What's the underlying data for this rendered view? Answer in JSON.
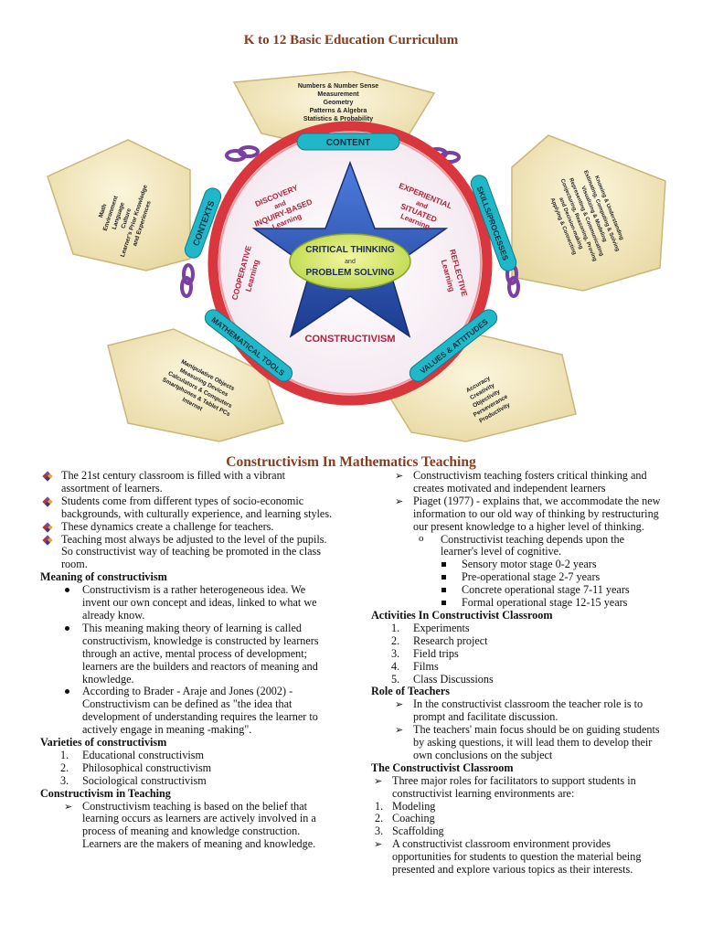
{
  "header": {
    "title": "K to 12 Basic Education Curriculum"
  },
  "diagram": {
    "pentagons": {
      "top": [
        "Numbers & Number Sense",
        "Measurement",
        "Geometry",
        "Patterns & Algebra",
        "Statistics & Probability"
      ],
      "left": [
        "Math",
        "Environment",
        "Language",
        "Culture",
        "Learner's Prior Knowledge",
        "and Experiences"
      ],
      "right": [
        "Knowing & Understanding",
        "Estimating, Computing & Solving",
        "Visualizing & Modeling",
        "Representing & Communicating",
        "Conjecturing, Reasoning, Proving",
        "and Decision-making",
        "Applying & Connecting"
      ],
      "bottom_left": [
        "Manipulative Objects",
        "Measuring Devices",
        "Calculators & Computers",
        "Smartphones & Tablet PCs",
        "Internet"
      ],
      "bottom_right": [
        "Accuracy",
        "Creativity",
        "Objectivity",
        "Perseverance",
        "Productivity"
      ]
    },
    "ring_labels": {
      "content": "CONTENT",
      "contexts": "CONTEXTS",
      "skills": "SKILLS/PROCESSES",
      "tools": "MATHEMATICAL TOOLS",
      "values": "VALUES & ATTITUDES"
    },
    "star_labels": {
      "discovery": [
        "DISCOVERY",
        "and",
        "INQUIRY-BASED",
        "Learning"
      ],
      "experiential": [
        "EXPERIENTIAL",
        "and",
        "SITUATED",
        "Learning"
      ],
      "cooperative": [
        "COOPERATIVE",
        "Learning"
      ],
      "reflective": [
        "REFLECTIVE",
        "Learning"
      ],
      "constructivism": "CONSTRUCTIVISM"
    },
    "center": {
      "line1": "CRITICAL THINKING",
      "and": "and",
      "line2": "PROBLEM SOLVING"
    },
    "colors": {
      "ring": "#d9363e",
      "star": "#2d4fa8",
      "pentagon": "#f2e6b8",
      "ring_band": "#20b8c8",
      "link": "#7a3fa0"
    }
  },
  "section": {
    "title": "Constructivism In Mathematics Teaching"
  },
  "left_column": {
    "intro": [
      "The 21st century classroom is filled with a vibrant assortment of learners.",
      "Students come from different types of socio-economic backgrounds, with culturally experience, and learning styles.",
      "These dynamics create a challenge for teachers.",
      "Teaching most always be adjusted to the level of the pupils. So constructivist way of teaching be promoted in the class room."
    ],
    "meaning_heading": "Meaning of constructivism",
    "meaning": [
      "Constructivism is a rather heterogeneous idea. We invent our own concept and ideas, linked to what we already know.",
      "This meaning making theory of learning is called constructivism, knowledge is constructed by learners through an active, mental process of development; learners are the builders and reactors of meaning and knowledge.",
      "According to Brader - Araje and Jones (2002) - Constructivism can be defined as \"the idea that development of understanding requires the learner to actively engage in meaning -making\"."
    ],
    "varieties_heading": "Varieties of constructivism",
    "varieties": [
      "Educational constructivism",
      "Philosophical constructivism",
      "Sociological constructivism"
    ],
    "teaching_heading": "Constructivism in Teaching",
    "teaching": [
      "Constructivism teaching is based on the belief that learning occurs as learners are actively involved in a process of meaning and knowledge construction. Learners are the makers of meaning and knowledge."
    ]
  },
  "right_column": {
    "teaching_cont": [
      "Constructivism teaching fosters critical thinking and creates motivated and independent learners",
      "Piaget (1977) - explains that, we accommodate the new information to our old way of thinking by restructuring our present knowledge to a higher level of thinking."
    ],
    "piaget_sub": "Constructivist teaching depends upon the learner's level of cognitive.",
    "stages": [
      "Sensory motor stage 0-2 years",
      "Pre-operational stage 2-7 years",
      "Concrete operational stage 7-11 years",
      "Formal operational stage 12-15 years"
    ],
    "activities_heading": "Activities In Constructivist Classroom",
    "activities": [
      "Experiments",
      "Research project",
      "Field trips",
      "Films",
      "Class Discussions"
    ],
    "teachers_heading": "Role of Teachers",
    "teachers": [
      "In the constructivist classroom the teacher role is to prompt and facilitate discussion.",
      "The teachers' main focus should be on guiding students by asking questions, it will lead them to develop their own conclusions on the subject"
    ],
    "classroom_heading": "The Constructivist Classroom",
    "classroom_intro": "Three major roles for facilitators to support students in constructivist learning environments are:",
    "roles": [
      "Modeling",
      "Coaching",
      "Scaffolding"
    ],
    "classroom_end": "A constructivist classroom environment provides opportunities for students to question the material being presented and explore various topics as their interests."
  }
}
